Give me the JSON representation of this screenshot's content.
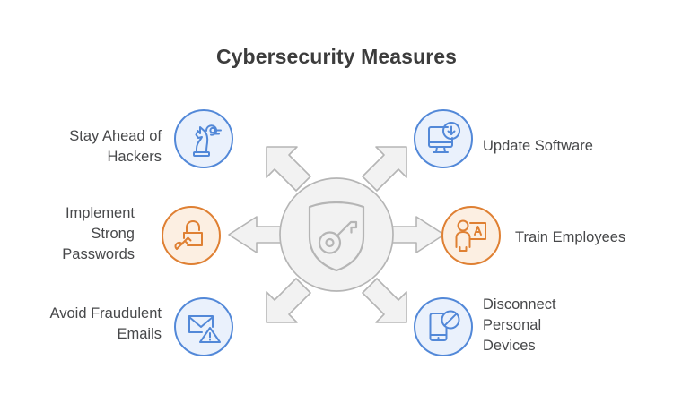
{
  "page": {
    "title": "Cybersecurity Measures",
    "background_color": "#ffffff",
    "title_color": "#3c3c3c"
  },
  "theme": {
    "blue_stroke": "#5288d8",
    "blue_fill": "#eaf1fc",
    "orange_stroke": "#df8033",
    "orange_fill": "#fcefe2",
    "hub_stroke": "#b5b5b5",
    "hub_fill": "#f2f2f2",
    "label_color": "#47484a"
  },
  "hub": {
    "icon": "shield-key-icon",
    "arrow_count": 6,
    "arrow_directions": [
      "up-left",
      "up-right",
      "left",
      "right",
      "down-left",
      "down-right"
    ]
  },
  "nodes": [
    {
      "id": "stay-ahead-of-hackers",
      "position": "top-left",
      "label": "Stay Ahead of\nHackers",
      "icon": "chess-knight-strategy-icon",
      "color": "blue"
    },
    {
      "id": "update-software",
      "position": "top-right",
      "label": "Update Software",
      "icon": "monitor-download-icon",
      "color": "blue"
    },
    {
      "id": "implement-strong-passwords",
      "position": "middle-left",
      "label": "Implement\nStrong\nPasswords",
      "icon": "padlock-key-icon",
      "color": "orange"
    },
    {
      "id": "train-employees",
      "position": "middle-right",
      "label": "Train Employees",
      "icon": "person-whiteboard-icon",
      "color": "orange"
    },
    {
      "id": "avoid-fraudulent-emails",
      "position": "bottom-left",
      "label": "Avoid Fraudulent\nEmails",
      "icon": "envelope-warning-icon",
      "color": "blue"
    },
    {
      "id": "disconnect-personal-devices",
      "position": "bottom-right",
      "label": "Disconnect\nPersonal\nDevices",
      "icon": "phone-prohibited-icon",
      "color": "blue"
    }
  ]
}
